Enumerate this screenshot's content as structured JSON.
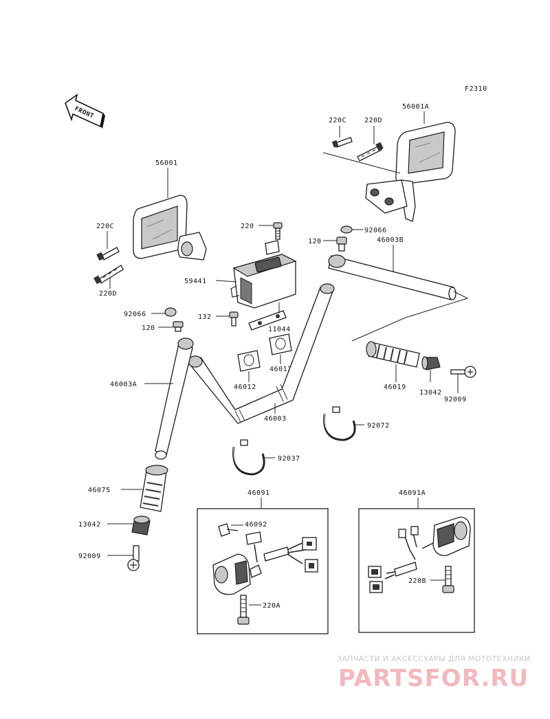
{
  "figure_code": "F2310",
  "front_label": "FRONT",
  "labels": {
    "p56001": "56001",
    "p56001A": "56001A",
    "p220C_right": "220C",
    "p220D_right": "220D",
    "p220C_left": "220C",
    "p220D_left": "220D",
    "p220": "220",
    "p92066_top": "92066",
    "p120_top": "120",
    "p46003B": "46003B",
    "p59441": "59441",
    "p132": "132",
    "p11044": "11044",
    "p92066_left": "92066",
    "p120_left": "120",
    "p46012_right": "46012",
    "p46012_left": "46012",
    "p46003A": "46003A",
    "p46003": "46003",
    "p46019": "46019",
    "p13042_right": "13042",
    "p92009_right": "92009",
    "p92072": "92072",
    "p92037": "92037",
    "p46075": "46075",
    "p13042_left": "13042",
    "p92009_left": "92009",
    "p46091": "46091",
    "p46091A": "46091A",
    "p46092": "46092",
    "p220A": "220A",
    "p220B": "220B"
  },
  "watermark": {
    "top_line": "ЗАПЧАСТИ И АКСЕССУАРЫ ДЛЯ МОТОТЕХНИКИ",
    "brand": "PARTSFOR.RU"
  }
}
